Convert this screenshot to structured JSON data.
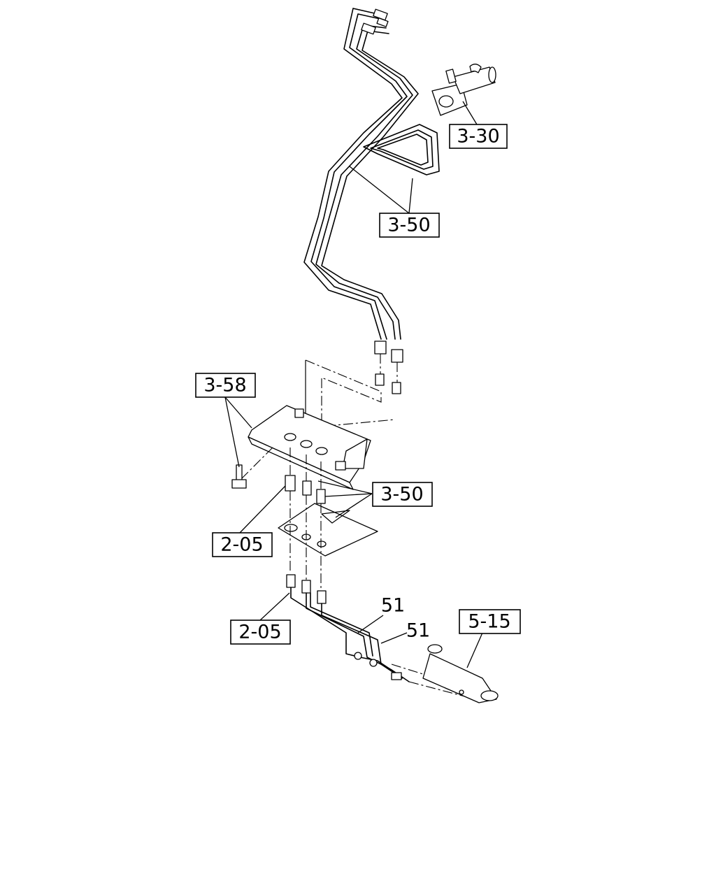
{
  "callouts": {
    "c_3_30": "3-30",
    "c_3_50_top": "3-50",
    "c_3_58": "3-58",
    "c_3_50_mid": "3-50",
    "c_2_05_mid": "2-05",
    "c_2_05_low": "2-05",
    "c_5_15": "5-15",
    "c_51_a": "51",
    "c_51_b": "51"
  }
}
